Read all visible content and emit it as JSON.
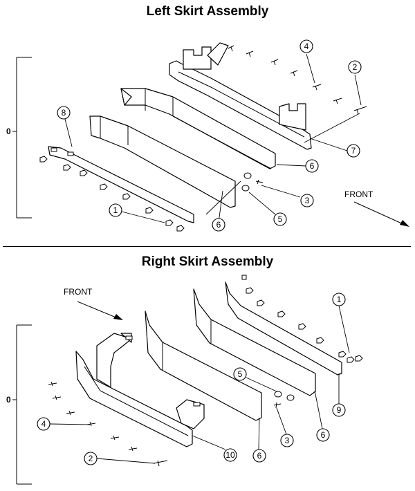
{
  "titles": {
    "top": "Left Skirt Assembly",
    "bottom": "Right Skirt Assembly"
  },
  "front_labels": {
    "top": "FRONT",
    "bottom": "FRONT"
  },
  "dimension_labels": {
    "top": "0",
    "bottom": "0"
  },
  "callouts_top": [
    "8",
    "4",
    "2",
    "7",
    "6",
    "3",
    "5",
    "6",
    "1"
  ],
  "callouts_bottom": [
    "1",
    "5",
    "4",
    "2",
    "3",
    "6",
    "9",
    "10",
    "6"
  ]
}
